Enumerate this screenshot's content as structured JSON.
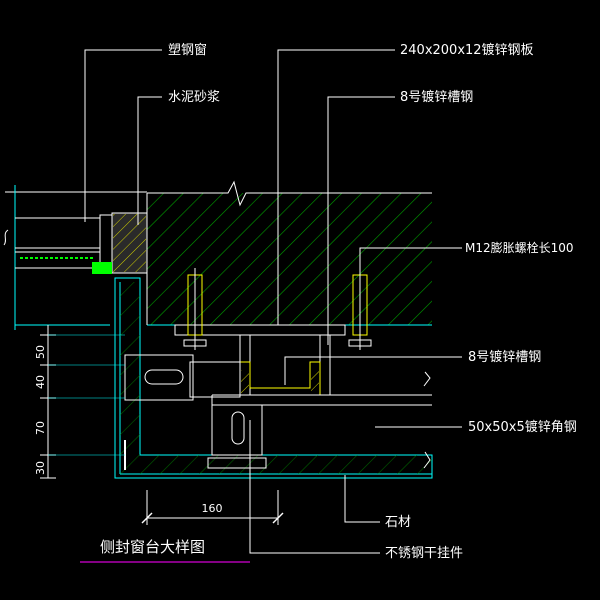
{
  "title": "侧封窗台大样图",
  "labels": {
    "plastic_steel_window": "塑钢窗",
    "cement_mortar": "水泥砂浆",
    "galv_plate": "240x200x12镀锌钢板",
    "channel_top": "8号镀锌槽钢",
    "bolt": "M12膨胀螺栓长100",
    "channel_mid": "8号镀锌槽钢",
    "angle": "50x50x5镀锌角钢",
    "stone": "石材",
    "hanger": "不锈钢干挂件"
  },
  "dimensions": {
    "v1": "50",
    "v2": "40",
    "v3": "70",
    "v4": "30",
    "h1": "160"
  },
  "colors": {
    "background": "#000000",
    "structure": "#00ffff",
    "hatch": "#00a000",
    "leader": "#ffffff",
    "bolt": "#ffff00",
    "title_underline": "#b000b0"
  }
}
